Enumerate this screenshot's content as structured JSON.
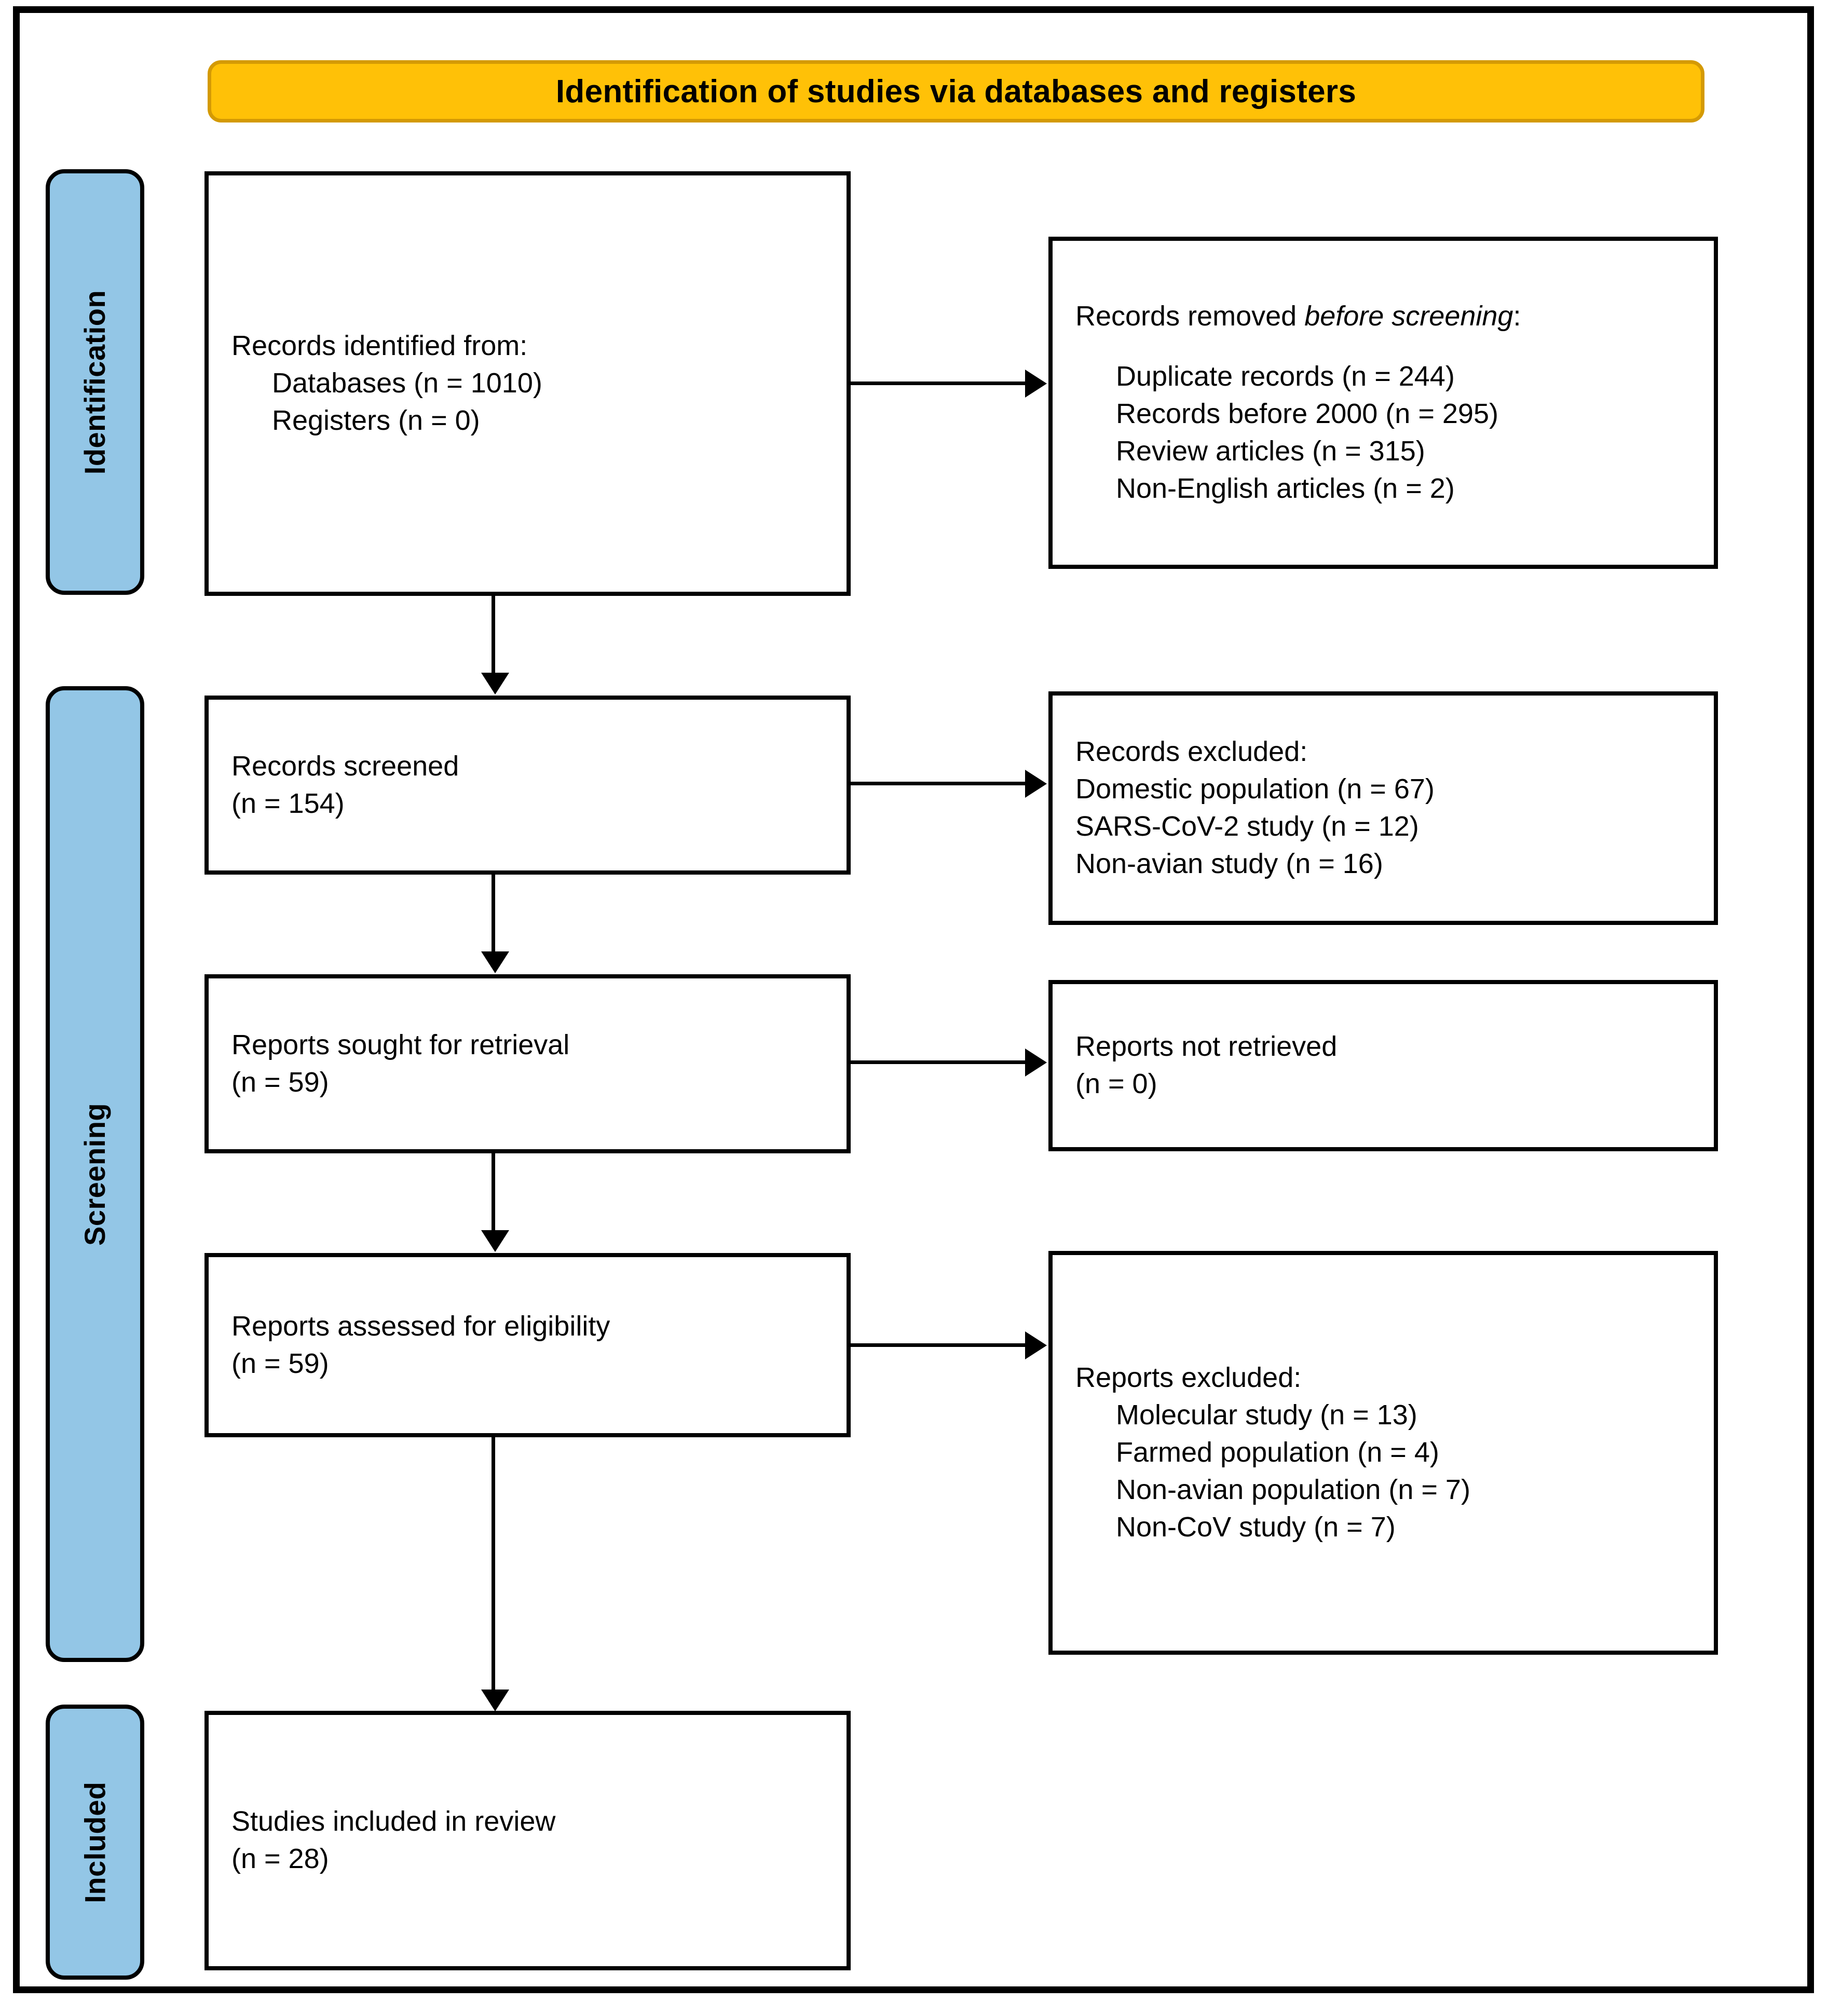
{
  "diagram": {
    "title": "Identification of studies via databases and registers",
    "colors": {
      "banner_fill": "#FFC107",
      "banner_border": "#D49A04",
      "stage_fill": "#93C6E6",
      "box_border": "#000000",
      "text": "#000000"
    }
  },
  "stages": {
    "identification": "Identification",
    "screening": "Screening",
    "included": "Included"
  },
  "boxes": {
    "records_identified": {
      "heading": "Records identified from:",
      "items": [
        "Databases (n = 1010)",
        "Registers (n = 0)"
      ]
    },
    "records_removed": {
      "heading_plain": "Records removed ",
      "heading_em": "before screening",
      "heading_tail": ":",
      "items": [
        "Duplicate records (n = 244)",
        "Records before 2000 (n = 295)",
        "Review articles (n = 315)",
        "Non-English articles (n = 2)"
      ]
    },
    "records_screened": {
      "label": "Records screened",
      "count": "(n = 154)"
    },
    "records_excluded": {
      "heading": "Records excluded:",
      "items": [
        "Domestic population (n = 67)",
        "SARS-CoV-2 study (n = 12)",
        "Non-avian study (n = 16)"
      ]
    },
    "reports_sought": {
      "label": "Reports sought for retrieval",
      "count": "(n = 59)"
    },
    "reports_not_retrieved": {
      "label": "Reports not retrieved",
      "count": "(n = 0)"
    },
    "reports_assessed": {
      "label": "Reports assessed for eligibility",
      "count": "(n = 59)"
    },
    "reports_excluded": {
      "heading": "Reports excluded:",
      "items": [
        "Molecular study (n = 13)",
        "Farmed population (n = 4)",
        "Non-avian population (n = 7)",
        "Non-CoV study (n = 7)"
      ]
    },
    "studies_included": {
      "label": "Studies included in review",
      "count": "(n = 28)"
    }
  }
}
